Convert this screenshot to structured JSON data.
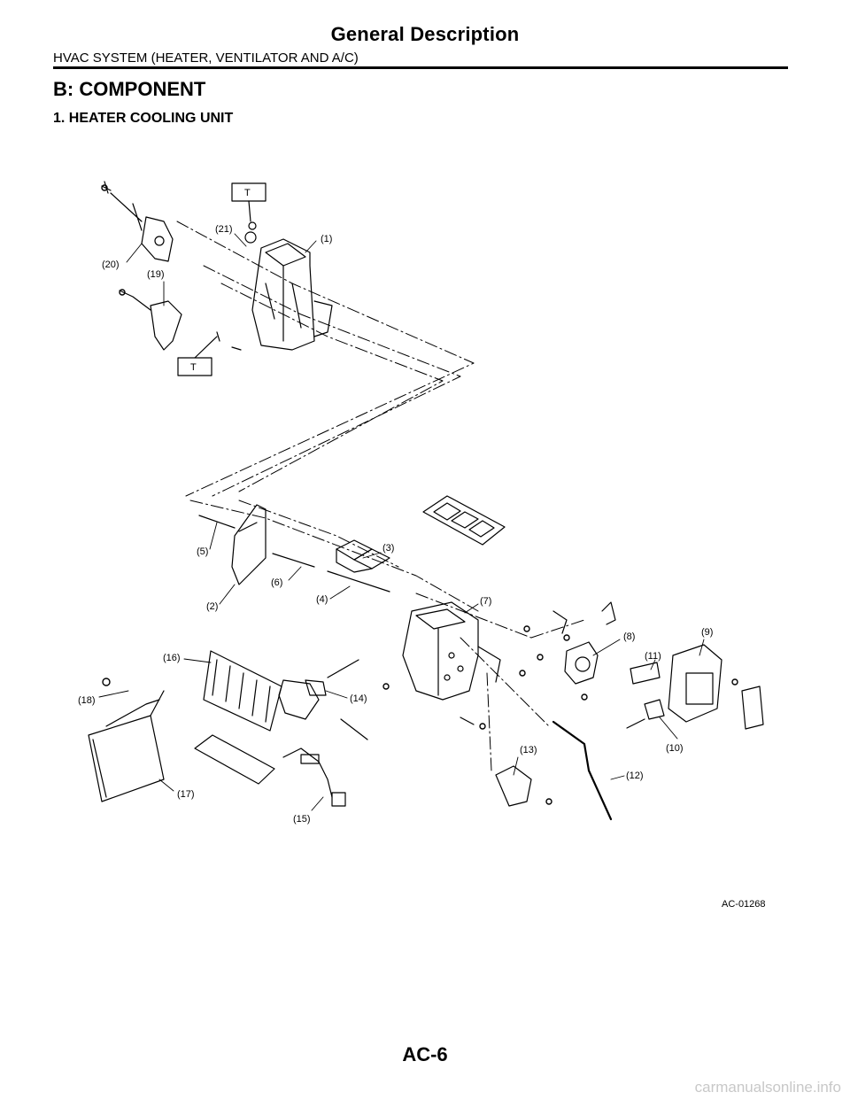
{
  "header": {
    "title": "General Description",
    "subtitle": "HVAC SYSTEM (HEATER, VENTILATOR AND A/C)"
  },
  "section": {
    "heading": "B:  COMPONENT",
    "subheading": "1.  HEATER COOLING UNIT"
  },
  "diagram": {
    "code": "AC-01268",
    "torque_marks": [
      "T",
      "T"
    ],
    "callouts": [
      "(1)",
      "(2)",
      "(3)",
      "(4)",
      "(5)",
      "(6)",
      "(7)",
      "(8)",
      "(9)",
      "(10)",
      "(11)",
      "(12)",
      "(13)",
      "(14)",
      "(15)",
      "(16)",
      "(17)",
      "(18)",
      "(19)",
      "(20)",
      "(21)"
    ]
  },
  "footer": {
    "page_number": "AC-6",
    "watermark": "carmanualsonline.info"
  }
}
